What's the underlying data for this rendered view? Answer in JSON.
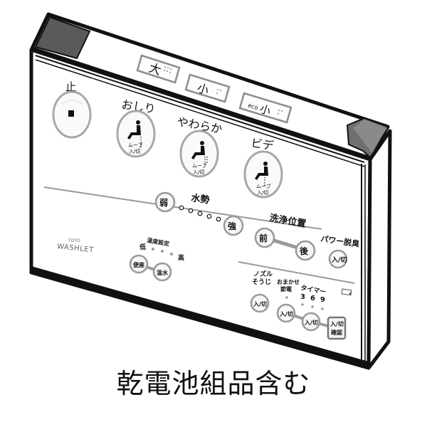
{
  "product": {
    "brand": "TOTO",
    "model_logo": "WASHLET"
  },
  "top_edge_buttons": [
    {
      "label": "大",
      "name": "flush-large"
    },
    {
      "label": "小",
      "name": "flush-small"
    },
    {
      "label": "eco小",
      "eco_prefix": "eco",
      "main": "小",
      "name": "flush-eco-small"
    }
  ],
  "main_buttons": {
    "stop": {
      "label": "止",
      "icon": "stop-square-icon"
    },
    "oshiri": {
      "label": "おしり",
      "sub": "ムーブ",
      "sub2": "入/切",
      "icon": "seated-person-spray-icon"
    },
    "yawaraka": {
      "label": "やわらか",
      "sub": "ムーブ",
      "sub2": "入/切",
      "icon": "seated-person-soft-spray-icon"
    },
    "bidet": {
      "label": "ビデ",
      "sub": "ムーブ",
      "sub2": "入/切",
      "icon": "seated-person-bidet-icon"
    }
  },
  "water_pressure": {
    "title": "水勢",
    "weak": "弱",
    "strong": "強",
    "levels": 5
  },
  "wash_position": {
    "title": "洗浄位置",
    "front": "前",
    "back": "後"
  },
  "power_deodorize": {
    "title": "パワー脱臭",
    "button": "入/切"
  },
  "temperature": {
    "title": "温度設定",
    "low": "低",
    "high": "高",
    "seat": "便座",
    "water": "温水",
    "levels": 3
  },
  "nozzle_clean": {
    "title_line1": "ノズル",
    "title_line2": "そうじ",
    "button": "入/切"
  },
  "auto_save": {
    "title_line1": "おまかせ",
    "title_line2": "節電",
    "button": "入/切"
  },
  "timer": {
    "title": "タイマー",
    "hours": [
      "3",
      "6",
      "9"
    ],
    "button": "入/切",
    "confirm_line1": "入/切",
    "confirm_line2": "確認"
  },
  "battery_icon": "battery-icon",
  "caption": "乾電池組品含む"
}
